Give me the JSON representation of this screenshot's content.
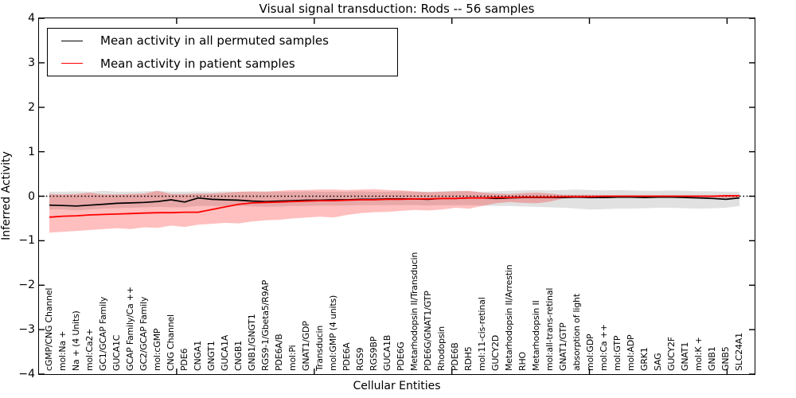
{
  "chart_data": {
    "type": "line",
    "title": "Visual signal transduction: Rods -- 56 samples",
    "xlabel": "Cellular Entities",
    "ylabel": "Inferred Activity",
    "ylim": [
      -4,
      4
    ],
    "xlim": [
      0,
      52
    ],
    "ytick_values": [
      4,
      3,
      2,
      1,
      0,
      -1,
      -2,
      -3,
      -4
    ],
    "ytick_labels": [
      "4",
      "3",
      "2",
      "1",
      "0",
      "−1",
      "−2",
      "−3",
      "−4"
    ],
    "xtick_axis_values": [
      10,
      20,
      30,
      40,
      50
    ],
    "grid": false,
    "legend_position": "upper left",
    "zero_line": {
      "y": 0,
      "style": "dotted",
      "color": "#000000"
    },
    "categories": [
      "cGMP/CNG Channel",
      "mol:Na +",
      "Na + (4 Units)",
      "mol:Ca2+",
      "GC1/GCAP Family",
      "GUCA1C",
      "GCAP Family/Ca ++",
      "GC2/GCAP Family",
      "mol:cGMP",
      "CNG Channel",
      "PDE6",
      "CNGA1",
      "GNGT1",
      "GUCA1A",
      "CNGB1",
      "GNB1/GNGT1",
      "RGS9-1/Gbeta5/R9AP",
      "PDE6A/B",
      "mol:Pi",
      "GNAT1/GDP",
      "Transducin",
      "mol:GMP (4 units)",
      "PDE6A",
      "RGS9",
      "RGS9BP",
      "GUCA1B",
      "PDE6G",
      "Metarhodopsin II/Transducin",
      "PDE6G/GNAT1/GTP",
      "Rhodopsin",
      "PDE6B",
      "RDH5",
      "mol:11-cis-retinal",
      "GUCY2D",
      "Metarhodopsin II/Arrestin",
      "RHO",
      "Metarhodopsin II",
      "mol:all-trans-retinal",
      "GNAT1/GTP",
      "absorption of light",
      "mol:GDP",
      "mol:Ca ++",
      "mol:GTP",
      "mol:ADP",
      "GRK1",
      "SAG",
      "GUCY2F",
      "GNAT1",
      "mol:K +",
      "GNB1",
      "GNB5",
      "SLC24A1"
    ],
    "series": [
      {
        "name": "Mean activity in all permuted samples",
        "color": "#000000",
        "band_color": "#888888",
        "band_opacity": 0.25,
        "values": [
          -0.2,
          -0.21,
          -0.22,
          -0.2,
          -0.18,
          -0.16,
          -0.15,
          -0.14,
          -0.12,
          -0.08,
          -0.13,
          -0.04,
          -0.07,
          -0.08,
          -0.09,
          -0.11,
          -0.12,
          -0.11,
          -0.1,
          -0.09,
          -0.09,
          -0.08,
          -0.08,
          -0.07,
          -0.07,
          -0.06,
          -0.06,
          -0.06,
          -0.07,
          -0.05,
          -0.05,
          -0.04,
          -0.04,
          -0.05,
          -0.04,
          -0.03,
          -0.03,
          -0.03,
          -0.03,
          -0.02,
          -0.03,
          -0.03,
          -0.02,
          -0.02,
          -0.03,
          -0.02,
          -0.02,
          -0.03,
          -0.04,
          -0.05,
          -0.07,
          -0.04
        ],
        "band_upper": [
          0.1,
          0.1,
          0.11,
          0.1,
          0.12,
          0.1,
          0.1,
          0.11,
          0.12,
          0.1,
          0.1,
          0.11,
          0.1,
          0.11,
          0.1,
          0.1,
          0.11,
          0.1,
          0.1,
          0.11,
          0.1,
          0.1,
          0.1,
          0.11,
          0.1,
          0.1,
          0.11,
          0.1,
          0.1,
          0.11,
          0.12,
          0.11,
          0.1,
          0.11,
          0.12,
          0.13,
          0.14,
          0.13,
          0.14,
          0.15,
          0.14,
          0.13,
          0.14,
          0.13,
          0.12,
          0.12,
          0.13,
          0.12,
          0.11,
          0.11,
          0.1,
          0.1
        ],
        "band_lower": [
          -0.3,
          -0.3,
          -0.32,
          -0.3,
          -0.28,
          -0.27,
          -0.26,
          -0.25,
          -0.24,
          -0.25,
          -0.25,
          -0.22,
          -0.22,
          -0.22,
          -0.22,
          -0.23,
          -0.24,
          -0.23,
          -0.22,
          -0.22,
          -0.21,
          -0.21,
          -0.21,
          -0.2,
          -0.2,
          -0.2,
          -0.2,
          -0.2,
          -0.21,
          -0.2,
          -0.2,
          -0.2,
          -0.21,
          -0.22,
          -0.22,
          -0.23,
          -0.24,
          -0.25,
          -0.26,
          -0.28,
          -0.3,
          -0.29,
          -0.28,
          -0.28,
          -0.27,
          -0.26,
          -0.26,
          -0.27,
          -0.28,
          -0.27,
          -0.26,
          -0.22
        ]
      },
      {
        "name": "Mean activity in patient samples",
        "color": "#ff0000",
        "band_color": "#ff0000",
        "band_opacity": 0.25,
        "values": [
          -0.47,
          -0.45,
          -0.44,
          -0.42,
          -0.41,
          -0.4,
          -0.39,
          -0.38,
          -0.37,
          -0.37,
          -0.36,
          -0.36,
          -0.3,
          -0.24,
          -0.18,
          -0.15,
          -0.14,
          -0.13,
          -0.12,
          -0.11,
          -0.1,
          -0.1,
          -0.09,
          -0.08,
          -0.08,
          -0.07,
          -0.07,
          -0.06,
          -0.06,
          -0.05,
          -0.05,
          -0.04,
          -0.04,
          -0.03,
          -0.03,
          -0.02,
          -0.02,
          -0.02,
          -0.01,
          -0.01,
          -0.01,
          0.0,
          0.0,
          0.0,
          0.0,
          0.0,
          0.0,
          0.0,
          0.0,
          0.0,
          0.01,
          0.01
        ],
        "band_upper": [
          0.05,
          0.04,
          0.05,
          0.08,
          0.04,
          0.04,
          0.05,
          0.06,
          0.12,
          0.05,
          0.05,
          0.06,
          0.06,
          0.08,
          0.1,
          0.11,
          0.1,
          0.12,
          0.14,
          0.14,
          0.15,
          0.15,
          0.14,
          0.15,
          0.16,
          0.14,
          0.13,
          0.11,
          0.09,
          0.1,
          0.11,
          0.12,
          0.08,
          0.06,
          0.05,
          0.07,
          0.08,
          0.06,
          0.03,
          0.03,
          0.03,
          0.02,
          0.02,
          0.02,
          0.02,
          0.02,
          0.02,
          0.02,
          0.02,
          0.02,
          0.03,
          0.03
        ],
        "band_lower": [
          -0.82,
          -0.8,
          -0.78,
          -0.76,
          -0.74,
          -0.72,
          -0.74,
          -0.7,
          -0.71,
          -0.66,
          -0.69,
          -0.64,
          -0.62,
          -0.6,
          -0.61,
          -0.57,
          -0.54,
          -0.53,
          -0.5,
          -0.48,
          -0.46,
          -0.48,
          -0.42,
          -0.38,
          -0.36,
          -0.35,
          -0.33,
          -0.31,
          -0.32,
          -0.3,
          -0.26,
          -0.28,
          -0.22,
          -0.16,
          -0.13,
          -0.15,
          -0.16,
          -0.12,
          -0.05,
          -0.04,
          -0.05,
          -0.04,
          -0.03,
          -0.03,
          -0.03,
          -0.02,
          -0.02,
          -0.02,
          -0.03,
          -0.03,
          -0.04,
          -0.03
        ]
      }
    ]
  }
}
